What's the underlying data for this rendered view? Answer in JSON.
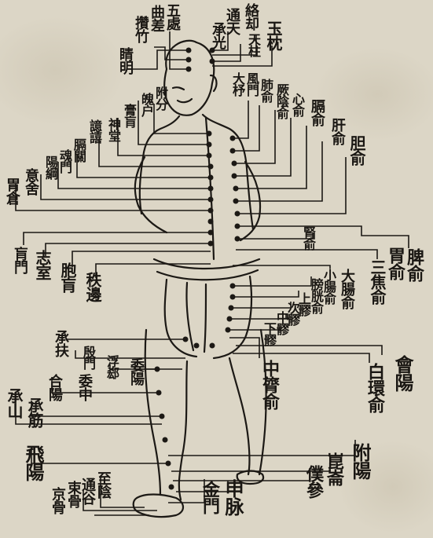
{
  "labels": [
    {
      "id": "jingming",
      "text": "睛明"
    },
    {
      "id": "zanzhu",
      "text": "攢竹"
    },
    {
      "id": "quchai",
      "text": "曲差"
    },
    {
      "id": "wuchu",
      "text": "五處"
    },
    {
      "id": "chengguang",
      "text": "承光"
    },
    {
      "id": "tongtian",
      "text": "通天"
    },
    {
      "id": "luoque",
      "text": "絡却"
    },
    {
      "id": "yuzhen",
      "text": "玉枕"
    },
    {
      "id": "tianzhu",
      "text": "天柱"
    },
    {
      "id": "dazhu",
      "text": "大杼"
    },
    {
      "id": "fengmen",
      "text": "風門"
    },
    {
      "id": "feishu",
      "text": "肺俞"
    },
    {
      "id": "jueyinshu",
      "text": "厥陰俞"
    },
    {
      "id": "xinshu",
      "text": "心俞"
    },
    {
      "id": "geshu",
      "text": "膈俞"
    },
    {
      "id": "ganshu",
      "text": "肝俞"
    },
    {
      "id": "danshu",
      "text": "胆俞"
    },
    {
      "id": "fufen",
      "text": "附分"
    },
    {
      "id": "pohu",
      "text": "魄户"
    },
    {
      "id": "gaohuang",
      "text": "膏肓"
    },
    {
      "id": "shentang",
      "text": "神堂"
    },
    {
      "id": "yixi",
      "text": "譩譆"
    },
    {
      "id": "geguan",
      "text": "膈關"
    },
    {
      "id": "hunmen",
      "text": "魂門"
    },
    {
      "id": "yanggang",
      "text": "陽綱"
    },
    {
      "id": "yishe",
      "text": "意舍"
    },
    {
      "id": "weicang",
      "text": "胃倉"
    },
    {
      "id": "huangmen",
      "text": "肓門"
    },
    {
      "id": "zhishi",
      "text": "志室"
    },
    {
      "id": "baohuang",
      "text": "胞肓"
    },
    {
      "id": "zhibian",
      "text": "秩邊"
    },
    {
      "id": "pishu",
      "text": "脾俞"
    },
    {
      "id": "weishu",
      "text": "胃俞"
    },
    {
      "id": "sanjiaoshu",
      "text": "三焦俞"
    },
    {
      "id": "shenshu",
      "text": "腎俞"
    },
    {
      "id": "dachangshu",
      "text": "大腸俞"
    },
    {
      "id": "xiaochangshu",
      "text": "小腸俞"
    },
    {
      "id": "pangguangshu",
      "text": "膀胱俞"
    },
    {
      "id": "shangliao",
      "text": "上髎"
    },
    {
      "id": "ciliao",
      "text": "次髎"
    },
    {
      "id": "zhongliao",
      "text": "中髎"
    },
    {
      "id": "xialiao",
      "text": "下髎"
    },
    {
      "id": "chengfu",
      "text": "承扶"
    },
    {
      "id": "yinmen",
      "text": "殷門"
    },
    {
      "id": "fuxi",
      "text": "浮郄"
    },
    {
      "id": "weiyang",
      "text": "委陽"
    },
    {
      "id": "weizhong",
      "text": "委中"
    },
    {
      "id": "heyang",
      "text": "合陽"
    },
    {
      "id": "chengjin",
      "text": "承筋"
    },
    {
      "id": "chengshan",
      "text": "承山"
    },
    {
      "id": "zhonglushu",
      "text": "中膂俞"
    },
    {
      "id": "baihuanshu",
      "text": "白環俞"
    },
    {
      "id": "huiyang",
      "text": "會陽"
    },
    {
      "id": "feiyang",
      "text": "飛陽"
    },
    {
      "id": "fuyang",
      "text": "附陽"
    },
    {
      "id": "kunlun",
      "text": "崑崙"
    },
    {
      "id": "pucan",
      "text": "僕參"
    },
    {
      "id": "shenmai",
      "text": "申脉"
    },
    {
      "id": "jinmen",
      "text": "金門"
    },
    {
      "id": "jinggu",
      "text": "京骨"
    },
    {
      "id": "shugu",
      "text": "束骨"
    },
    {
      "id": "tonggu",
      "text": "通谷"
    },
    {
      "id": "zhiyin",
      "text": "至陰"
    }
  ]
}
